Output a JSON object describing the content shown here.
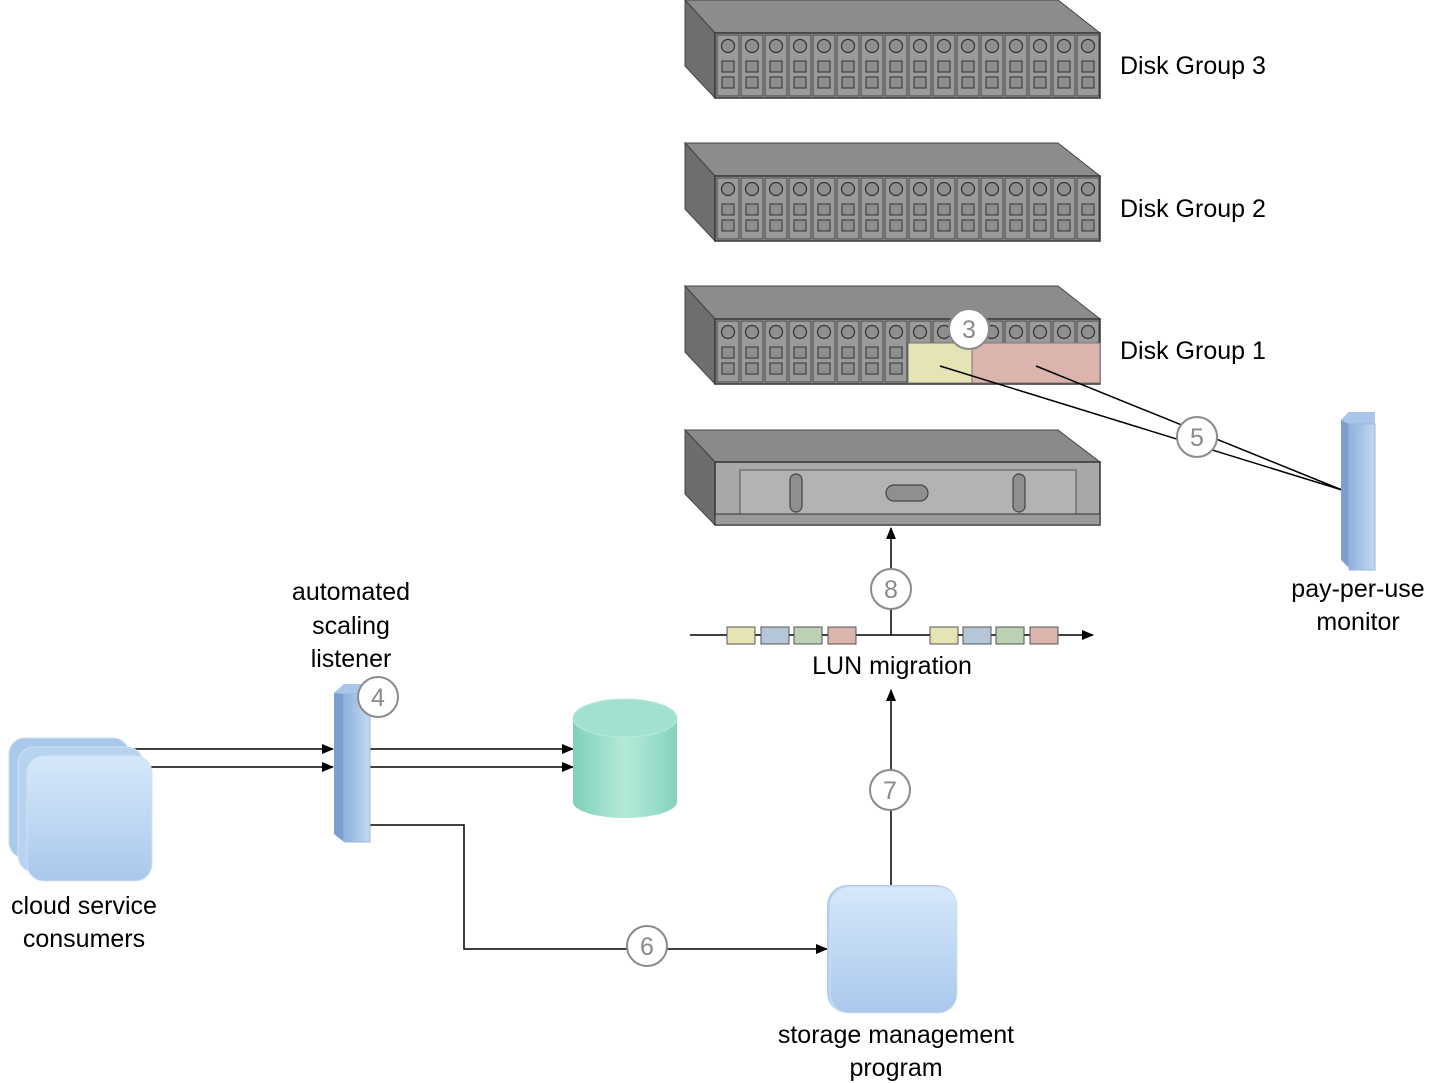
{
  "colors": {
    "rack_front": "#a3a3a3",
    "rack_top": "#8c8c8c",
    "rack_side": "#6e6e6e",
    "bay": "#9a9a9a",
    "lun_yellow": "#e6e4b4",
    "lun_pink": "#dbb4ae",
    "lun_blue": "#b4c6d8",
    "lun_green": "#bcd0b4",
    "component_blue": "#c4dcf2",
    "database_teal": "#9edccc",
    "step_marker_text": "#8a8a8a"
  },
  "disk_groups": [
    {
      "label": "Disk Group 3"
    },
    {
      "label": "Disk Group 2"
    },
    {
      "label": "Disk Group 1"
    }
  ],
  "labels": {
    "automated_scaling_listener": [
      "automated",
      "scaling",
      "listener"
    ],
    "cloud_service_consumers": [
      "cloud service",
      "consumers"
    ],
    "storage_management_program": [
      "storage management",
      "program"
    ],
    "pay_per_use_monitor": [
      "pay-per-use",
      "monitor"
    ],
    "lun_migration": "LUN migration"
  },
  "steps": [
    "3",
    "4",
    "5",
    "6",
    "7",
    "8"
  ],
  "lun_blocks": [
    "yellow",
    "blue",
    "green",
    "pink",
    "yellow",
    "blue",
    "green",
    "pink"
  ],
  "icons": {
    "consumers": "cloud-service-consumers-icon",
    "listener": "automated-scaling-listener-icon",
    "database": "database-icon",
    "storage_program": "storage-management-program-icon",
    "monitor": "pay-per-use-monitor-icon",
    "controller": "storage-controller-icon"
  }
}
